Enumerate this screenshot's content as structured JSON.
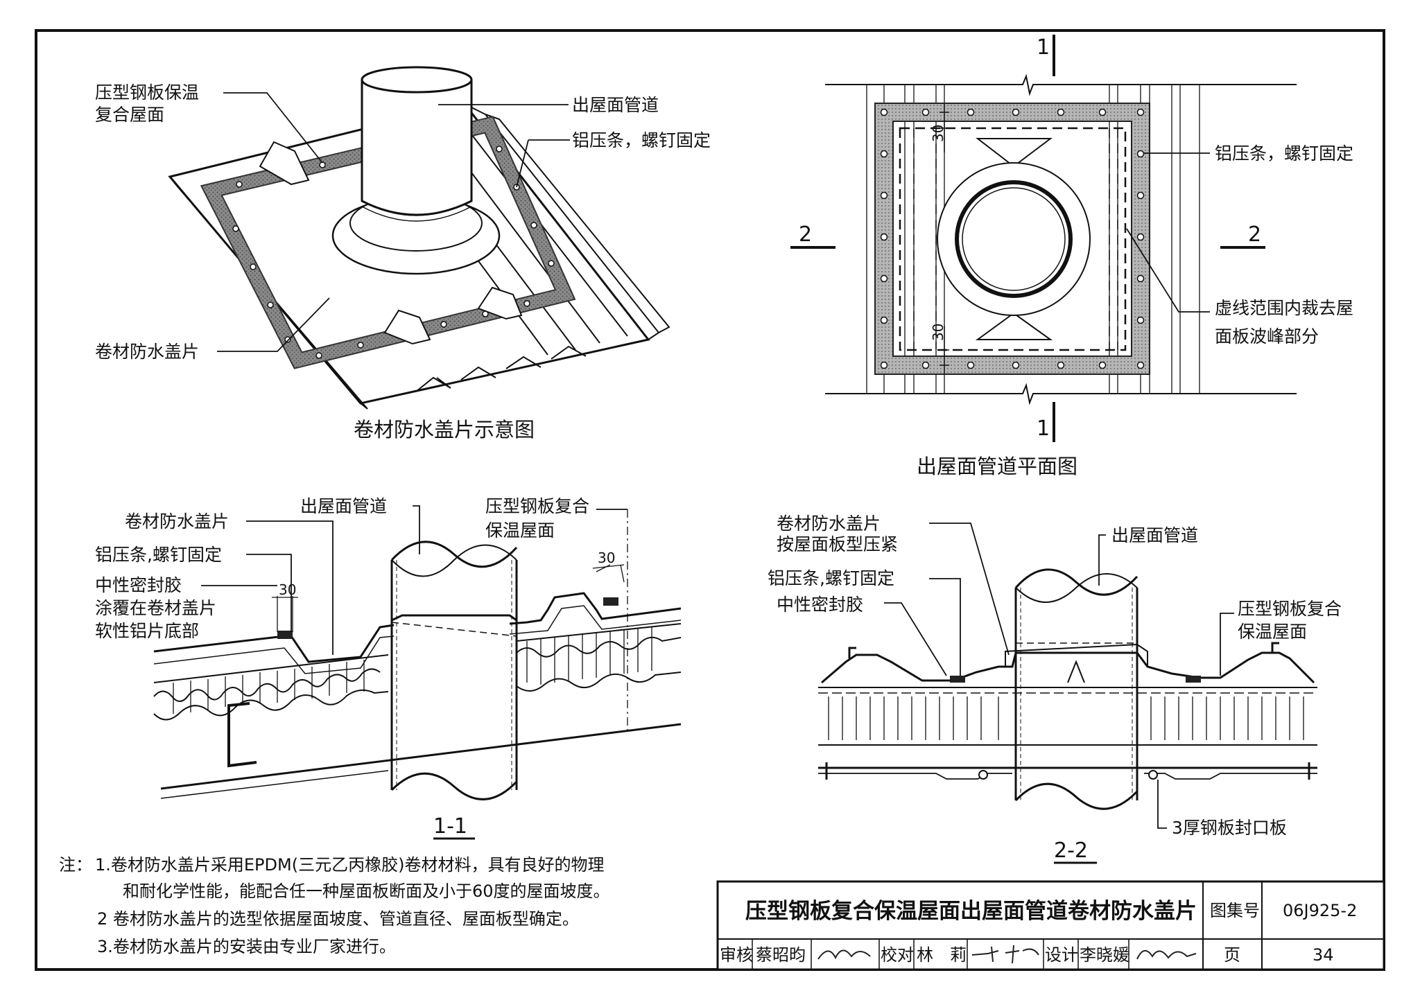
{
  "perspective": {
    "title": "卷材防水盖片示意图",
    "labels": {
      "roof_line1": "压型钢板保温",
      "roof_line2": "复合屋面",
      "pipe": "出屋面管道",
      "strip": "铝压条，螺钉固定",
      "cover": "卷材防水盖片"
    }
  },
  "plan": {
    "title": "出屋面管道平面图",
    "section_marks": {
      "one_top": "1",
      "one_bottom": "1",
      "two_left": "2",
      "two_right": "2"
    },
    "dims": {
      "top": "30",
      "bottom": "30"
    },
    "labels": {
      "strip": "铝压条，螺钉固定",
      "cut_line1": "虚线范围内裁去屋",
      "cut_line2": "面板波峰部分"
    }
  },
  "section_1_1": {
    "title": "1-1",
    "labels": {
      "cover": "卷材防水盖片",
      "pipe": "出屋面管道",
      "roof_line1": "压型钢板复合",
      "roof_line2": "保温屋面",
      "strip": "铝压条,螺钉固定",
      "sealant_line1": "中性密封胶",
      "sealant_line2": "涂覆在卷材盖片",
      "sealant_line3": "软性铝片底部"
    },
    "dims": {
      "left": "30",
      "right": "30"
    }
  },
  "section_2_2": {
    "title": "2-2",
    "labels": {
      "cover_line1": "卷材防水盖片",
      "cover_line2": "按屋面板型压紧",
      "strip": "铝压条,螺钉固定",
      "sealant": "中性密封胶",
      "pipe": "出屋面管道",
      "roof_line1": "压型钢板复合",
      "roof_line2": "保温屋面",
      "plate": "3厚钢板封口板"
    }
  },
  "notes": {
    "prefix": "注：",
    "n1_line1": "1.卷材防水盖片采用EPDM(三元乙丙橡胶)卷材材料，具有良好的物理",
    "n1_line2": "和耐化学性能，能配合任一种屋面板断面及小于60度的屋面坡度。",
    "n2": "2 卷材防水盖片的选型依据屋面坡度、管道直径、屋面板型确定。",
    "n3": "3.卷材防水盖片的安装由专业厂家进行。"
  },
  "title_block": {
    "title": "压型钢板复合保温屋面出屋面管道卷材防水盖片",
    "atlas_label": "图集号",
    "atlas_no": "06J925-2",
    "review_label": "审核",
    "review_name": "蔡昭昀",
    "check_label": "校对",
    "check_name": "林　莉",
    "design_label": "设计",
    "design_name": "李晓媛",
    "page_label": "页",
    "page_no": "34"
  }
}
